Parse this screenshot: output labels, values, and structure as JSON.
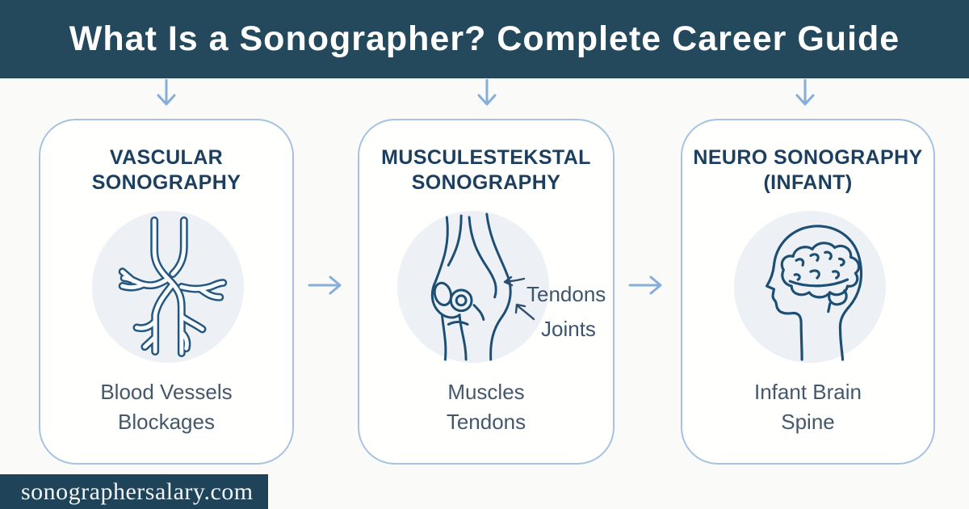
{
  "header": {
    "title": "What Is a Sonographer? Complete Career Guide"
  },
  "cards": [
    {
      "title": "VASCULAR\nSONOGRAPHY",
      "icon": "blood-vessels-icon",
      "caption": "Blood Vessels\nBlockages"
    },
    {
      "title": "MUSCULESTEKSTAL\nSONOGRAPHY",
      "icon": "knee-joint-icon",
      "caption": "Muscles\nTendons",
      "annotations": [
        "Tendons",
        "Joints"
      ]
    },
    {
      "title": "NEURO SONOGRAPHY\n(INFANT)",
      "icon": "infant-brain-icon",
      "caption": "Infant Brain\nSpine"
    }
  ],
  "footer": {
    "website": "sonographersalary.com"
  },
  "colors": {
    "header_bg": "#24495d",
    "content_bg": "#fafaf8",
    "card_bg": "#fffffe",
    "card_border": "#a5c3e0",
    "title_color": "#1c3e5f",
    "caption_color": "#45586b",
    "arrow_color": "#85aed9",
    "line_art": "#1d4e74",
    "vessel_color": "#24567f",
    "circle_bg": "#edf1f6",
    "footer_bg": "#1f4459",
    "footer_text": "#f2f6f7",
    "annotation_color": "#3c556c"
  }
}
